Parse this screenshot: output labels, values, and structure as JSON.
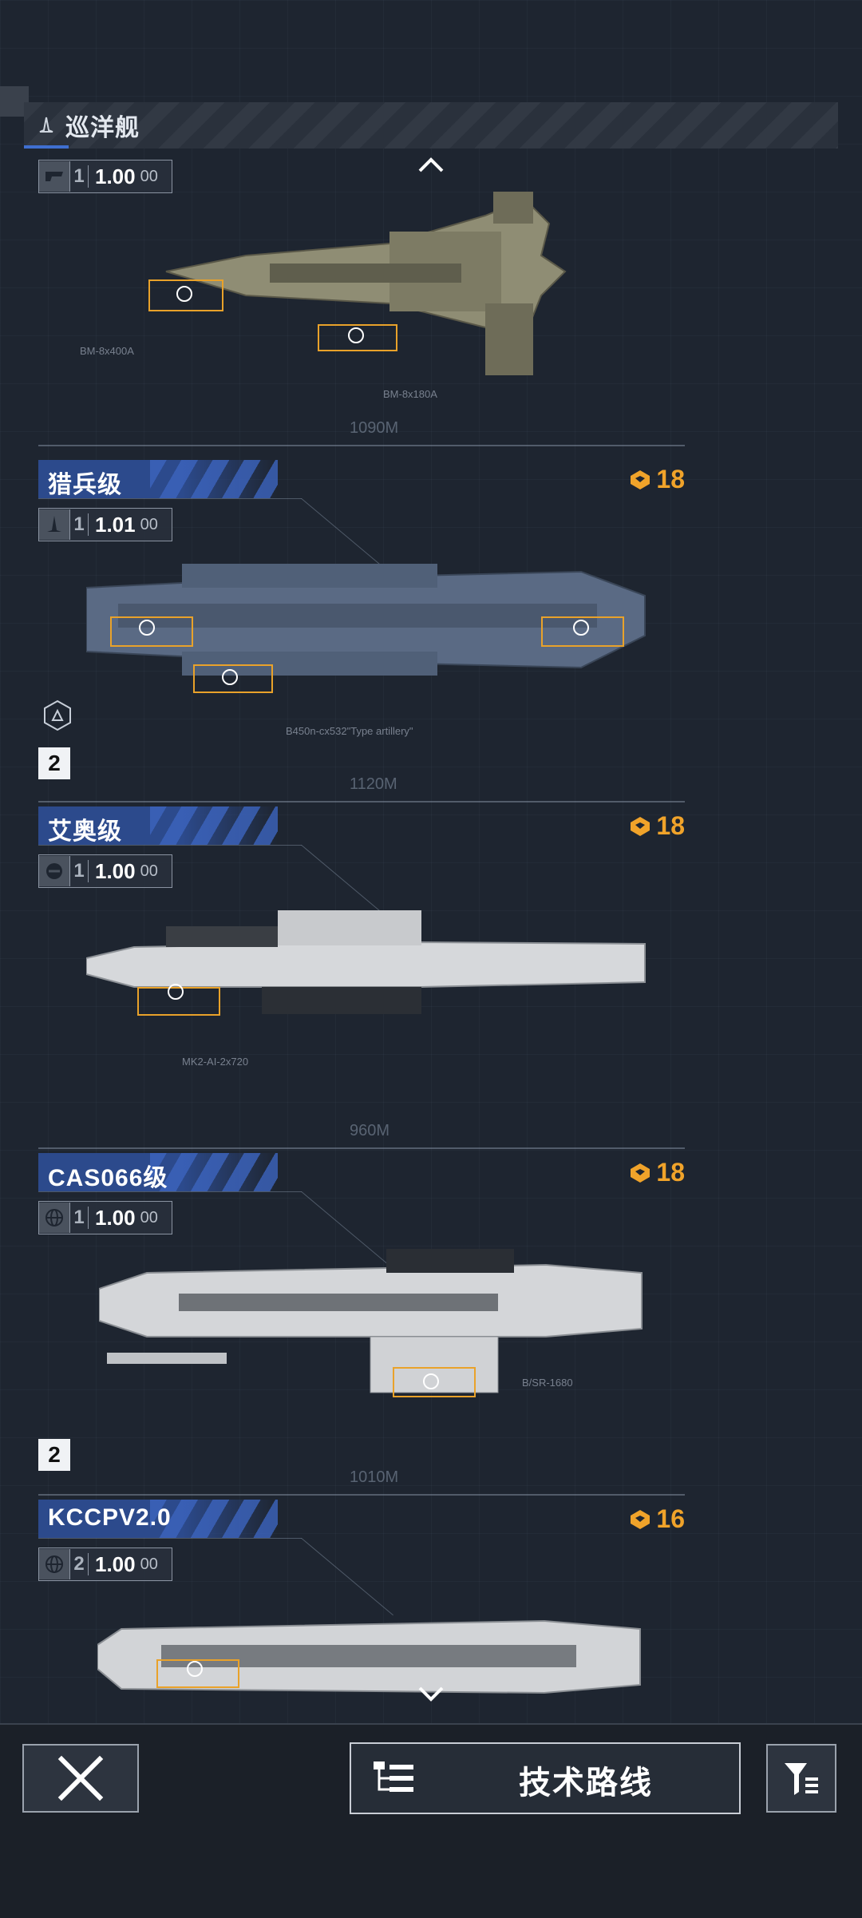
{
  "category": {
    "title": "巡洋舰"
  },
  "cards": [
    {
      "name": "",
      "cost": "",
      "tier": "1",
      "value": "1.00",
      "decimal": "00",
      "length": "1090M",
      "weapons": [
        "BM-8x400A",
        "BM-8x180A"
      ]
    },
    {
      "name": "猎兵级",
      "cost": "18",
      "tier": "1",
      "value": "1.01",
      "decimal": "00",
      "length": "1120M",
      "weapons": [
        "B450n-cx532\"Type artillery\""
      ],
      "badge": "2"
    },
    {
      "name": "艾奥级",
      "cost": "18",
      "tier": "1",
      "value": "1.00",
      "decimal": "00",
      "length": "960M",
      "weapons": [
        "MK2-AI-2x720"
      ]
    },
    {
      "name": "CAS066级",
      "cost": "18",
      "tier": "1",
      "value": "1.00",
      "decimal": "00",
      "length": "1010M",
      "weapons": [
        "B/SR-1680"
      ],
      "badge": "2"
    },
    {
      "name": "KCCPV2.0",
      "cost": "16",
      "tier": "2",
      "value": "1.00",
      "decimal": "00",
      "length": "",
      "weapons": []
    }
  ],
  "bottom": {
    "tech_label": "技术路线"
  },
  "colors": {
    "accent_blue": "#2c4a8c",
    "cost_orange": "#f0a32a",
    "bracket": "#e9a22a"
  }
}
